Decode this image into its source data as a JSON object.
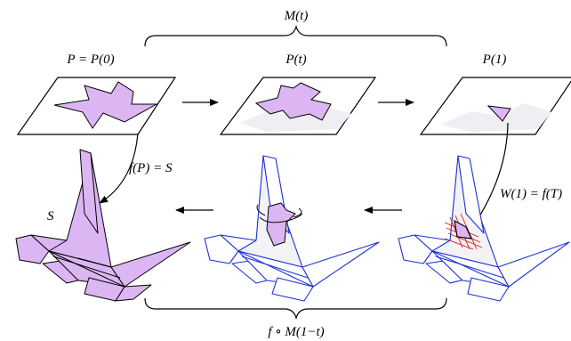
{
  "labels": {
    "top_brace": "M(t)",
    "p_start": "P = P(0)",
    "p_mid": "P(t)",
    "p_end": "P(1)",
    "map_f": "f(P) = S",
    "surface": "S",
    "w_map": "W(1) = f(T)",
    "bottom_brace": "f ∘ M(1−t)"
  },
  "colors": {
    "fill_purple": "#dcb6f3",
    "paper_fill": "#f3f3f6",
    "shadow": "#eeeef3",
    "blue_outline": "#1c2fd8",
    "black": "#000000",
    "red": "#e01818"
  },
  "icons": {
    "arrow_right_1": "arrow-right-icon",
    "arrow_right_2": "arrow-right-icon",
    "arrow_left_1": "arrow-left-icon",
    "arrow_left_2": "arrow-left-icon"
  }
}
